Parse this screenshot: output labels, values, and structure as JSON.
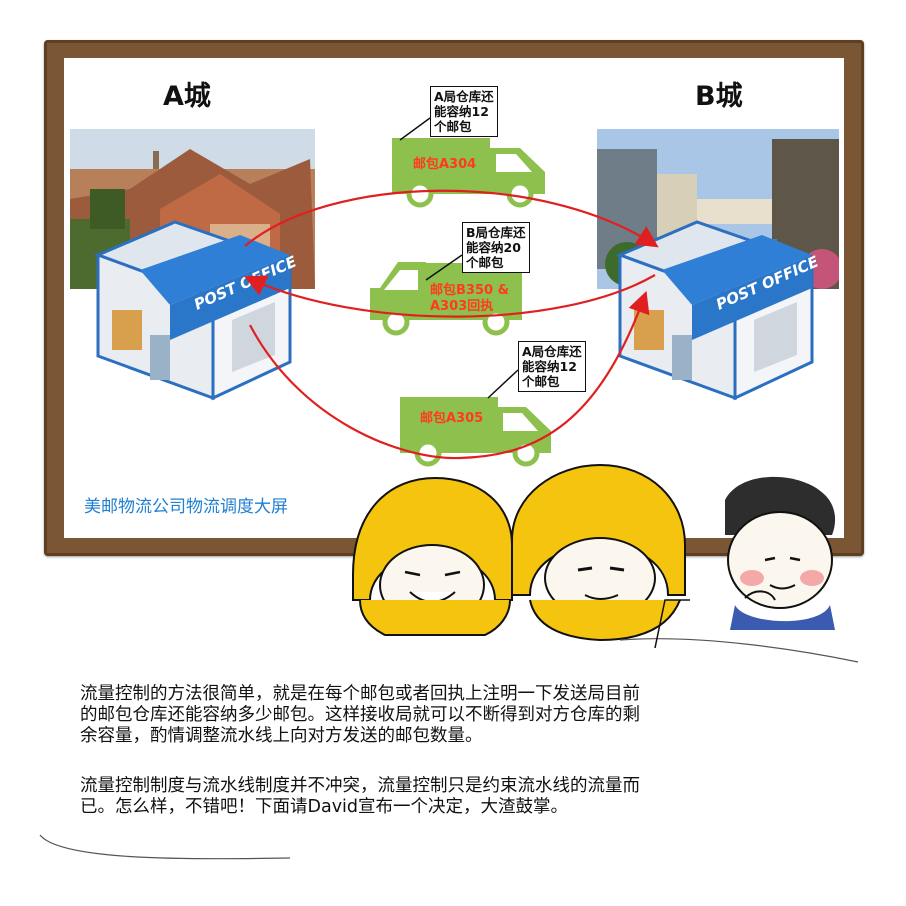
{
  "city_a": {
    "label": "A城"
  },
  "city_b": {
    "label": "B城"
  },
  "buildings": {
    "sign_text": "POST OFFICE"
  },
  "trucks": [
    {
      "label": "邮包A304",
      "note": [
        "A局仓库还",
        "能容纳12",
        "个邮包"
      ]
    },
    {
      "label": [
        "邮包B350 &",
        "A303回执"
      ],
      "note": [
        "B局仓库还",
        "能容纳20",
        "个邮包"
      ]
    },
    {
      "label": "邮包A305",
      "note": [
        "A局仓库还",
        "能容纳12",
        "个邮包"
      ]
    }
  ],
  "board_caption": "美邮物流公司物流调度大屏",
  "paragraphs": [
    [
      "流量控制的方法很简单，就是在每个邮包或者回执上注明一下发送局目前",
      "的邮包仓库还能容纳多少邮包。这样接收局就可以不断得到对方仓库的剩",
      "余容量，酌情调整流水线上向对方发送的邮包数量。"
    ],
    [
      "流量控制制度与流水线制度并不冲突，流量控制只是约束流水线的流量而",
      "已。怎么样，不错吧！下面请David宣布一个决定，大渣鼓掌。"
    ]
  ],
  "colors": {
    "truck": "#8dc04c",
    "arrow": "#e02020",
    "label": "#ff3b1f",
    "caption": "#1f7fd0",
    "frame": "#7a5634",
    "helmet": "#f5c40f"
  }
}
